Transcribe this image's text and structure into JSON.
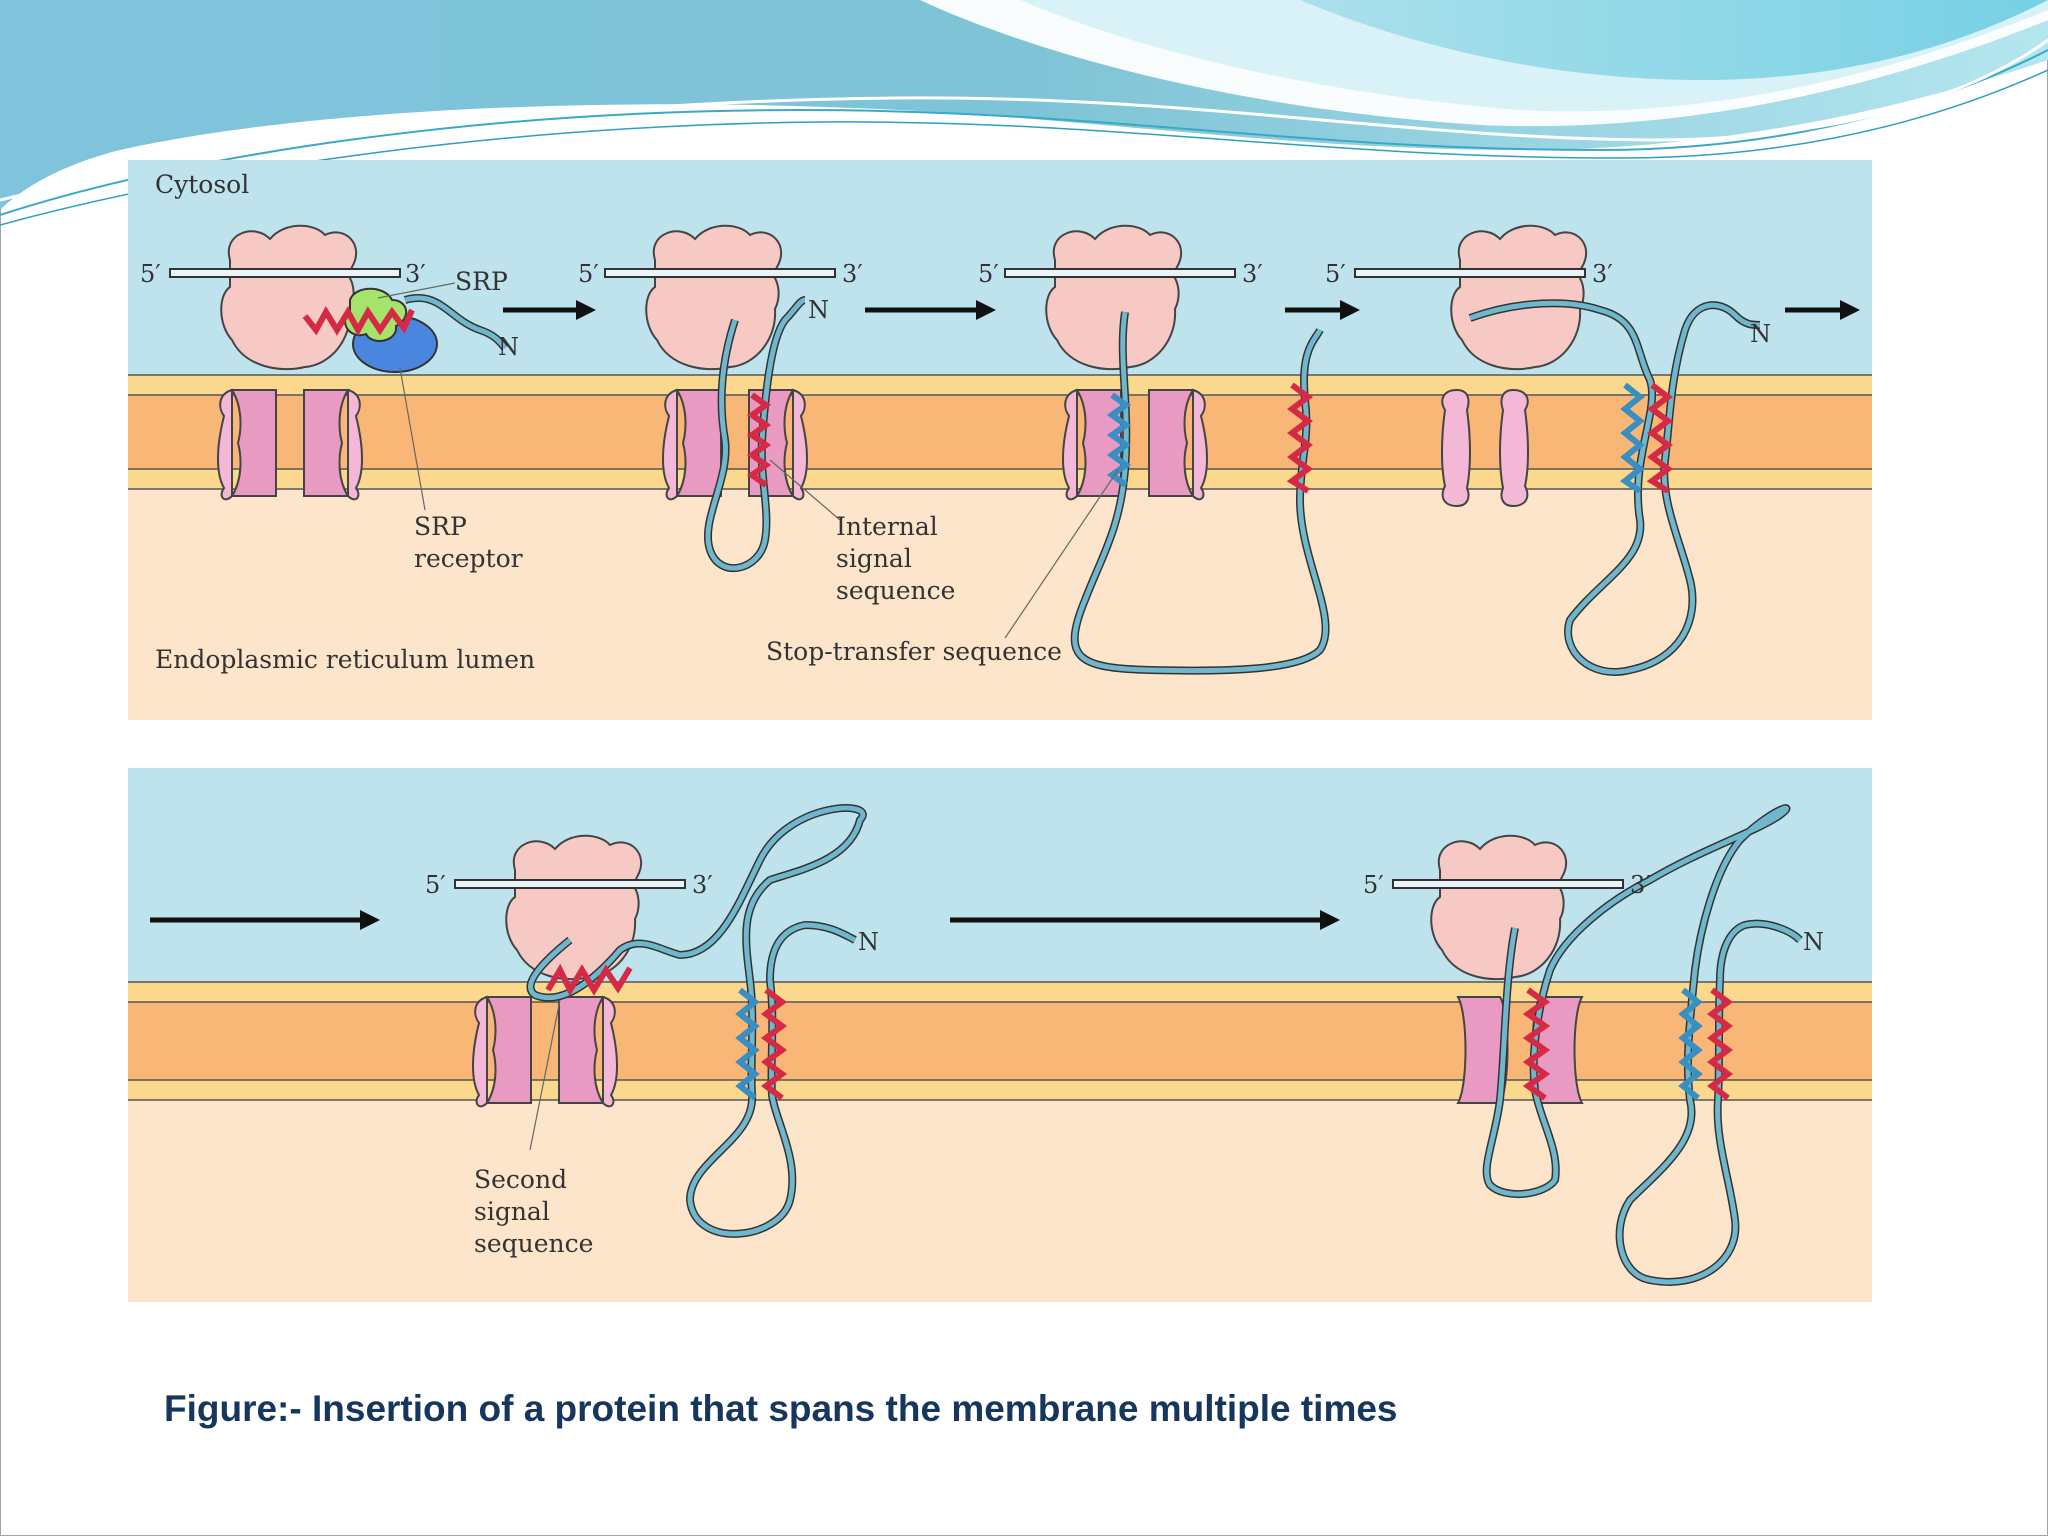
{
  "figure": {
    "caption": "Figure:- Insertion of a protein that spans the membrane multiple times",
    "region_labels": {
      "cytosol": "Cytosol",
      "lumen": "Endoplasmic reticulum lumen"
    },
    "callouts": {
      "srp": "SRP",
      "srp_receptor": [
        "SRP",
        "receptor"
      ],
      "internal_signal": [
        "Internal",
        "signal",
        "sequence"
      ],
      "stop_transfer": "Stop-transfer sequence",
      "second_signal": [
        "Second",
        "signal",
        "sequence"
      ]
    },
    "mrna_ends": {
      "five_prime": "5′",
      "three_prime": "3′"
    },
    "terminus": "N"
  },
  "colors": {
    "cytosol": "#bfe3ec",
    "lumen": "#fde5cb",
    "membrane_core": "#f8b777",
    "membrane_edge": "#fad98f",
    "ribosome": "#f7c9c4",
    "translocon": "#e99ac3",
    "translocon_light": "#f2b8d6",
    "polypeptide": "#6fb7cc",
    "signal_red": "#d42a45",
    "stop_transfer_blue": "#3a8fc2",
    "srp": "#a6e36a",
    "srp_receptor": "#4a86e0",
    "caption": "#17365d"
  }
}
